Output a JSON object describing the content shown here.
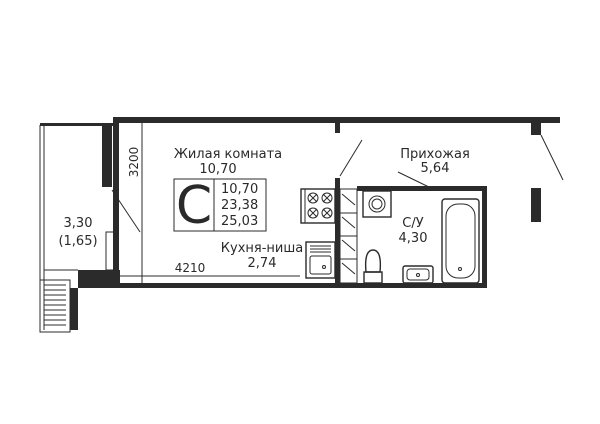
{
  "rooms": {
    "living_name": "Жилая комната",
    "living_area": "10,70",
    "hallway_name": "Прихожая",
    "hallway_area": "5,64",
    "bathroom_name": "С/У",
    "bathroom_area": "4,30",
    "kitchen_name": "Кухня-ниша",
    "kitchen_area": "2,74",
    "balcony_area": "3,30",
    "balcony_area_reduced": "(1,65)"
  },
  "badge": {
    "type_letter": "С",
    "living_area": "10,70",
    "total_area": "23,38",
    "total_area_with_balcony": "25,03"
  },
  "dimensions": {
    "vertical": "3200",
    "horizontal": "4210"
  },
  "colors": {
    "wall": "#2b2b2b",
    "line": "#2b2b2b",
    "background": "#ffffff"
  }
}
